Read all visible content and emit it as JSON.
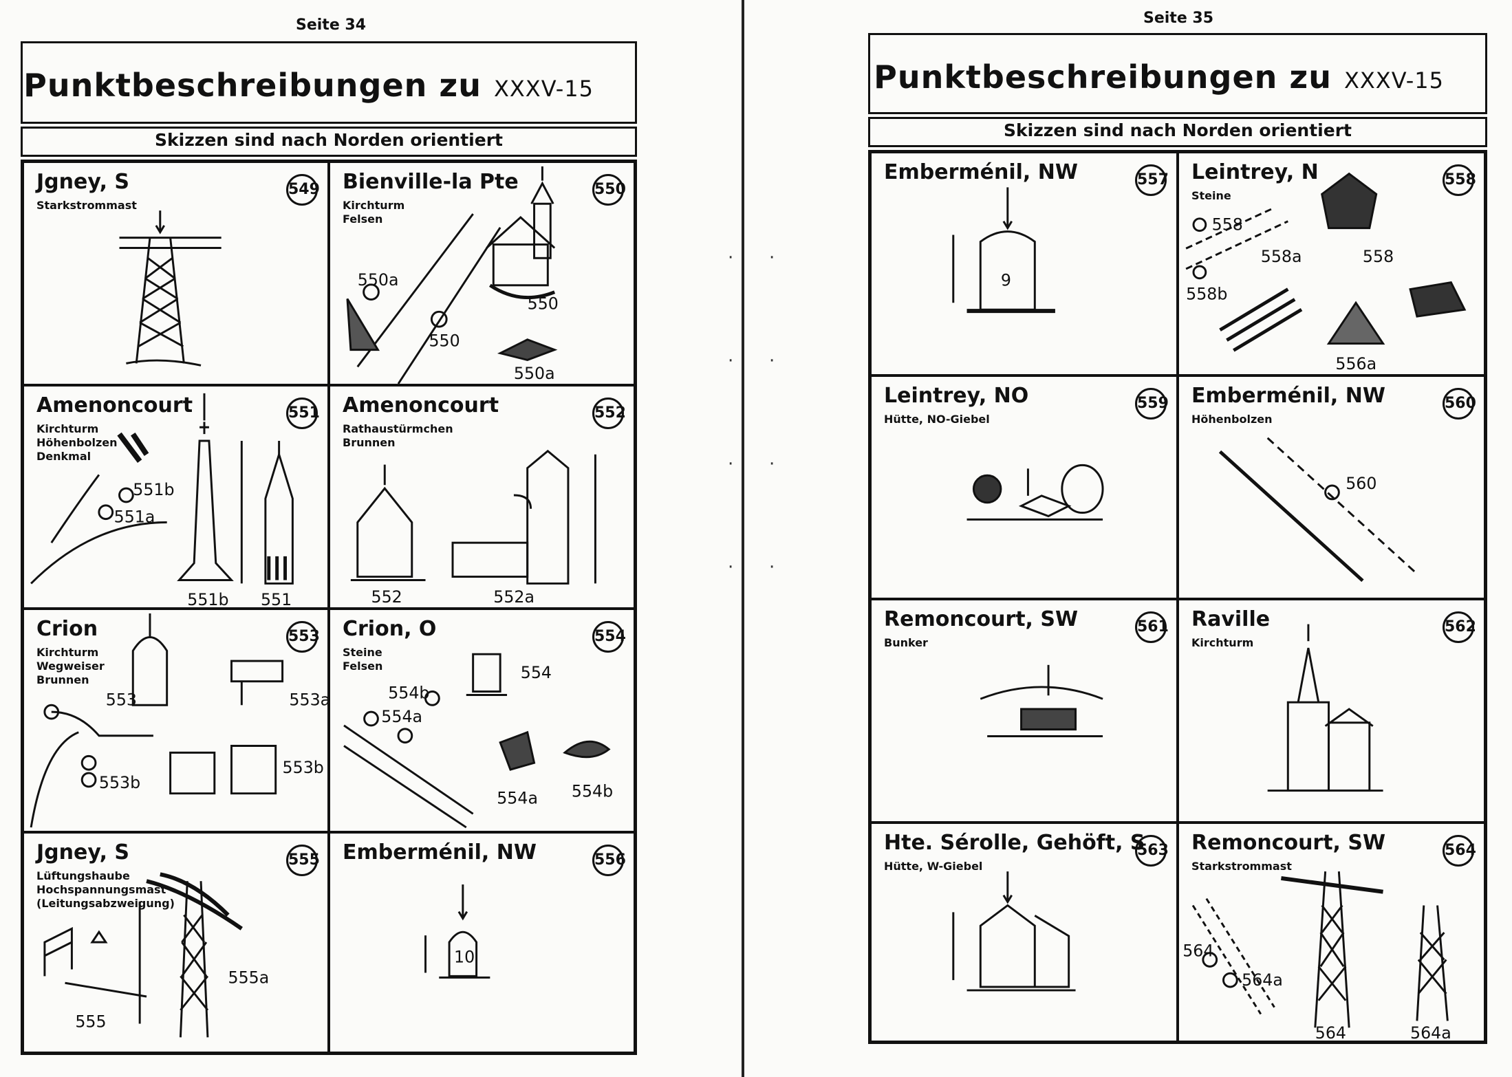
{
  "left": {
    "page_label": "Seite 34",
    "title": "Punktbeschreibungen zu",
    "code": "XXXV-15",
    "subtitle": "Skizzen sind nach Norden orientiert",
    "cells": [
      {
        "name": "Jgney, S",
        "desc": "Starkstrommast",
        "num": "549",
        "labels": []
      },
      {
        "name": "Bienville-la Pte",
        "desc": "Kirchturm\nFelsen",
        "num": "550",
        "labels": [
          "550a",
          "550",
          "550",
          "550a"
        ]
      },
      {
        "name": "Amenoncourt",
        "desc": "Kirchturm\nHöhenbolzen\nDenkmal",
        "num": "551",
        "labels": [
          "551b",
          "551a",
          "551b",
          "551"
        ]
      },
      {
        "name": "Amenoncourt",
        "desc": "Rathaustürmchen\nBrunnen",
        "num": "552",
        "labels": [
          "552",
          "552a"
        ]
      },
      {
        "name": "Crion",
        "desc": "Kirchturm\nWegweiser\nBrunnen",
        "num": "553",
        "labels": [
          "553",
          "553a",
          "553b",
          "553b"
        ]
      },
      {
        "name": "Crion, O",
        "desc": "Steine\nFelsen",
        "num": "554",
        "labels": [
          "554",
          "554a",
          "554b",
          "554a",
          "554b"
        ]
      },
      {
        "name": "Jgney, S",
        "desc": "Lüftungshaube\nHochspannungsmast\n(Leitungsabzweigung)",
        "num": "555",
        "labels": [
          "555",
          "555a"
        ]
      },
      {
        "name": "Emberménil, NW",
        "desc": "",
        "num": "556",
        "labels": [
          "10"
        ]
      }
    ]
  },
  "right": {
    "page_label": "Seite 35",
    "title": "Punktbeschreibungen zu",
    "code": "XXXV-15",
    "subtitle": "Skizzen sind nach Norden orientiert",
    "cells": [
      {
        "name": "Emberménil, NW",
        "desc": "",
        "num": "557",
        "labels": [
          "9"
        ]
      },
      {
        "name": "Leintrey, N",
        "desc": "Steine",
        "num": "558",
        "labels": [
          "558",
          "558a",
          "558b",
          "558",
          "556a"
        ]
      },
      {
        "name": "Leintrey, NO",
        "desc": "Hütte, NO-Giebel",
        "num": "559",
        "labels": []
      },
      {
        "name": "Emberménil, NW",
        "desc": "Höhenbolzen",
        "num": "560",
        "labels": [
          "560"
        ]
      },
      {
        "name": "Remoncourt, SW",
        "desc": "Bunker",
        "num": "561",
        "labels": []
      },
      {
        "name": "Raville",
        "desc": "Kirchturm",
        "num": "562",
        "labels": []
      },
      {
        "name": "Hte. Sérolle, Gehöft, S",
        "desc": "Hütte, W-Giebel",
        "num": "563",
        "labels": []
      },
      {
        "name": "Remoncourt, SW",
        "desc": "Starkstrommast",
        "num": "564",
        "labels": [
          "564",
          "564a",
          "564",
          "564a"
        ]
      }
    ]
  }
}
